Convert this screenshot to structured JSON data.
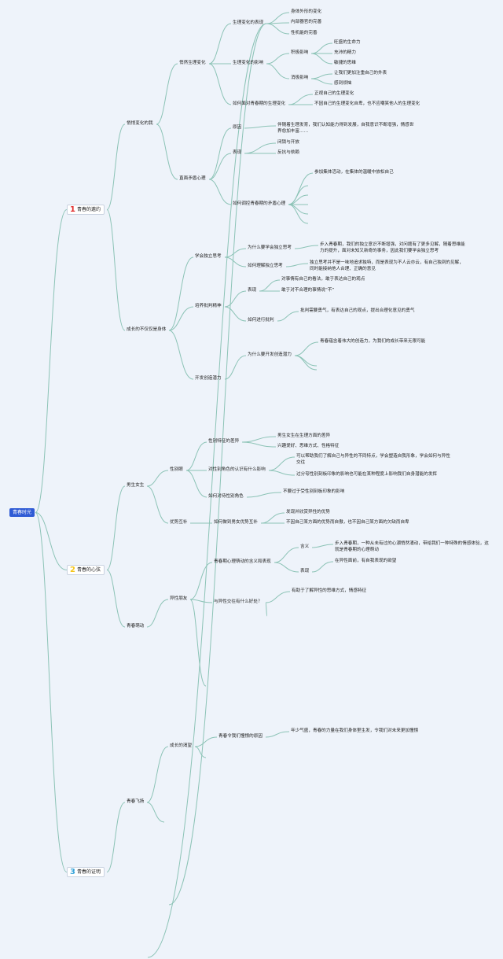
{
  "root": "青春时光",
  "colors": {
    "root_bg": "#2f5bd5",
    "line": "#8cc3b6",
    "num1": "#e23030",
    "num2": "#f5c518",
    "num3": "#36a3d9",
    "background": "#eef3fa"
  },
  "branches": [
    {
      "number": "1",
      "label": "青春的邀约"
    },
    {
      "number": "2",
      "label": "青春的心弦"
    },
    {
      "number": "3",
      "label": "青春的证明"
    }
  ],
  "nodes": [
    "悄悄变化的我",
    "悄然生理变化",
    "生理变化的表现",
    "身体外形的变化",
    "内部器官的完善",
    "性机能的完善",
    "生理变化的影响",
    "积极影响",
    "旺盛的生命力",
    "充沛的精力",
    "敏捷的思维",
    "消极影响",
    "让我们更加注重自己的外表",
    "感到烦恼",
    "如何面对青春期的生理变化",
    "正视自己的生理变化",
    "不因自己的生理变化自卑，也不应嘲笑他人的生理变化",
    "直面矛盾心理",
    "原因",
    "伴随着生理发育，我们认知能力得到发展，自我意识不断增强，情感世界愈加丰富……",
    "表现",
    "闭锁与开放",
    "反抗与依赖",
    "如何调控青春期的矛盾心理",
    "参加集体活动，在集体的温暖中放松自己",
    "成长的不仅仅是身体",
    "学会独立思考",
    "为什么要学会独立思考",
    "步入青春期，我们的独立意识不断增强，对问题有了更多见解，随着思维能力的提升，面对未知又新奇的事务，因此我们要学会独立思考",
    "如何理解独立思考",
    "独立思考并不是一味地追求独特，而是表现为不人云亦云，有自己独到的见解，同时能接纳他人合理、正确的意见",
    "培养批判精神",
    "表现",
    "对事情有自己的看法，敢于表达自己的观点",
    "敢于对不合理的事情说“不”",
    "如何进行批判",
    "批判需要勇气，有表达自己的观点，提出合理化意见的勇气",
    "开发创造潜力",
    "为什么要开发创造潜力",
    "青春蕴含着伟大的创造力，为我们的成长带来无限可能",
    "男生女生",
    "性别眼",
    "性别特征的差异",
    "男生女生在生理方面的差异",
    "兴趣爱好、思维方式、性格特征",
    "对性别角色的认识有什么影响",
    "可以帮助我们了解自己与异性的不同特点，学会塑造自我形象，学会如何与异性交往",
    "过分夸性别刻板印象的影响也可能在某种程度上影响我们自身潜能的发挥",
    "如何对待性别角色",
    "不要过于受性别刻板印象的影响",
    "优势互补",
    "如何做到男女优势互补",
    "发现并欣赏异性的优势",
    "不因自己某方面的优势而自傲，也不因自己某方面的欠缺而自卑",
    "青春萌动",
    "异性朋友",
    "青春期心理萌动的含义和表现",
    "含义",
    "步入青春期，一种从未有过的心潮悄然涌动，带给我们一种特殊的情感体验，这就是青春期的心理萌动",
    "表现",
    "在异性面前，有自我表现的欲望",
    "与异性交往有什么好处？",
    "有助于了解异性的思维方式，情感特征",
    "青春飞扬",
    "成长的渴望",
    "青春令我们憧憬的原因",
    "年少气盛，青春的力量在我们身体里生发，令我们对未来更加憧憬"
  ]
}
